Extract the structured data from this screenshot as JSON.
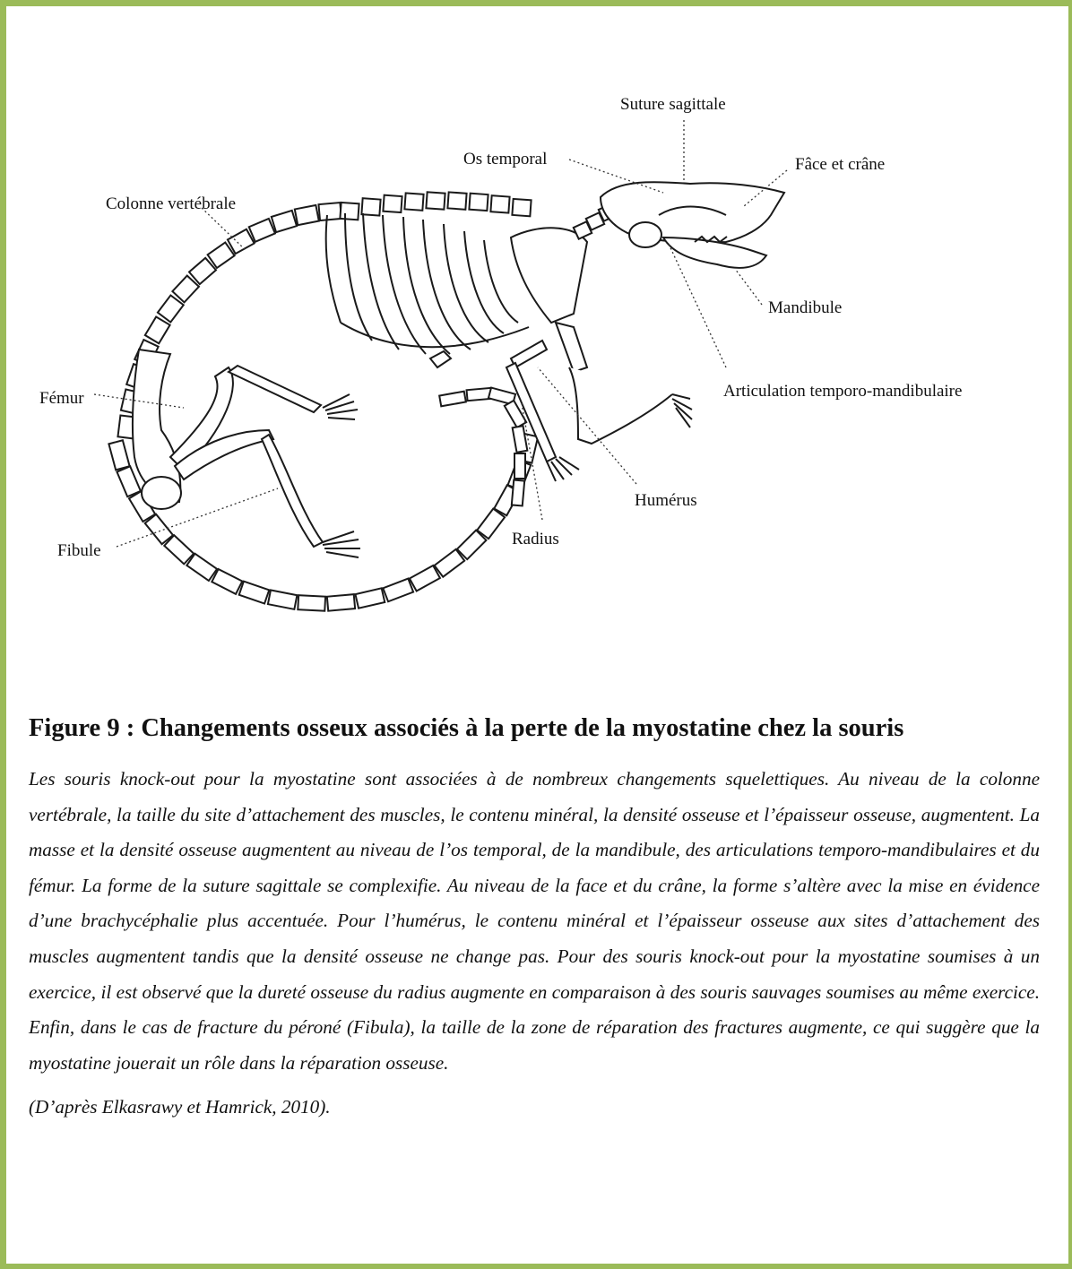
{
  "figure": {
    "labels": {
      "suture": "Suture sagittale",
      "temporal": "Os temporal",
      "face": "Fâce et crâne",
      "spine": "Colonne vertébrale",
      "mandible": "Mandibule",
      "femur": "Fémur",
      "tmj": "Articulation temporo-mandibulaire",
      "humerus": "Humérus",
      "radius": "Radius",
      "fibula": "Fibule"
    }
  },
  "caption": {
    "title": "Figure   9 : Changements osseux associés à la perte de la myostatine chez la souris",
    "body": "Les souris knock-out pour la myostatine sont associées à de nombreux changements squelettiques. Au niveau de la colonne vertébrale, la taille du site d’attachement des muscles, le contenu minéral, la densité osseuse et l’épaisseur osseuse, augmentent. La masse et la densité osseuse augmentent au niveau de l’os temporal, de la mandibule, des articulations temporo-mandibulaires et du fémur. La forme de la suture sagittale se complexifie. Au niveau de la face et du crâne, la forme s’altère avec la mise en évidence d’une brachycéphalie plus accentuée. Pour l’humérus, le contenu minéral et l’épaisseur osseuse aux sites d’attachement des muscles augmentent tandis que la densité osseuse ne change pas. Pour des souris knock-out pour la myostatine soumises à un exercice, il est observé que la dureté osseuse du radius augmente en comparaison à des souris sauvages soumises au même exercice. Enfin, dans le cas de fracture du péroné (Fibula), la taille de la zone de réparation des fractures augmente, ce qui suggère que la myostatine jouerait un rôle dans la réparation osseuse.",
    "reference": "(D’après Elkasrawy et Hamrick, 2010)."
  }
}
